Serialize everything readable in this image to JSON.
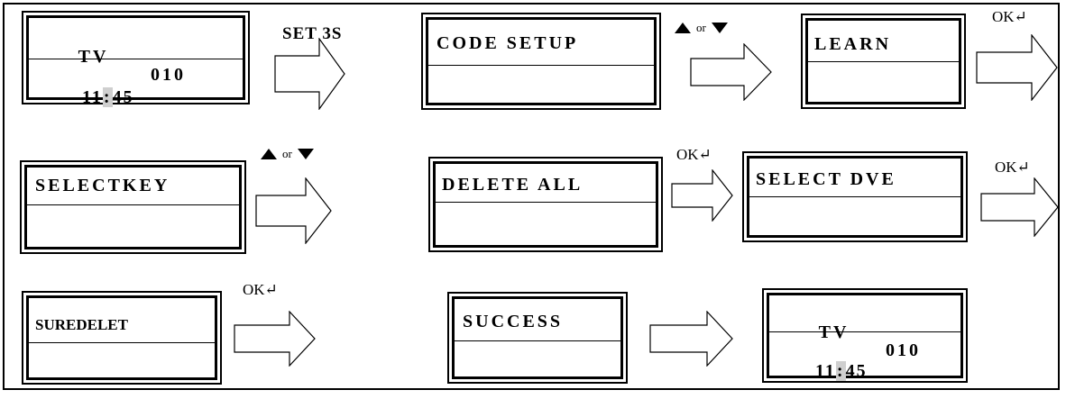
{
  "screens": {
    "tv_start": {
      "line1_left": "TV",
      "line1_right": "010",
      "time_hour": "11",
      "time_colon": ":",
      "time_minute": "45"
    },
    "code_setup": {
      "line1": "CODE SETUP"
    },
    "learn": {
      "line1": "LEARN"
    },
    "selectkey": {
      "line1": "SELECTKEY"
    },
    "delete_all": {
      "line1": "DELETE ALL"
    },
    "select_dve": {
      "line1": "SELECT DVE"
    },
    "suredelet": {
      "line1": "SUREDELET"
    },
    "success": {
      "line1": "SUCCESS"
    },
    "tv_end": {
      "line1_left": "TV",
      "line1_right": "010",
      "time_hour": "11",
      "time_colon": ":",
      "time_minute": "45"
    }
  },
  "transitions": {
    "set_hold": "SET 3S",
    "up_or_down_word": "or",
    "ok": "OK↵"
  }
}
